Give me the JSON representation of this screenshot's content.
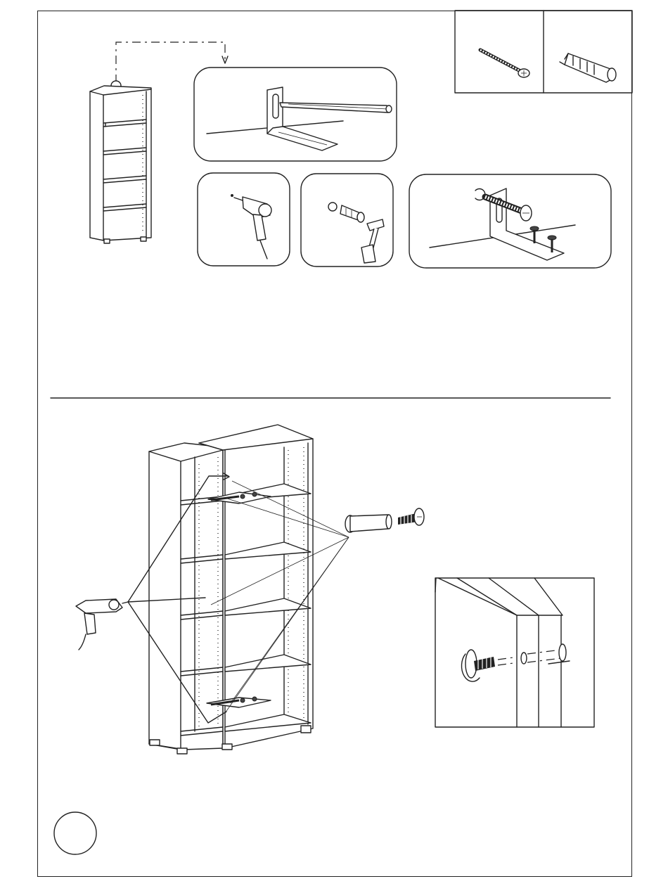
{
  "page": {
    "kind": "assembly-instruction-sheet",
    "step_number": ""
  },
  "top_step": {
    "panels": [
      "wall-bracket-mark-panel",
      "drill-panel",
      "hammer-anchor-panel",
      "screw-bracket-panel"
    ],
    "hardware": [
      "long-screw-icon",
      "wall-plug-icon"
    ]
  },
  "bottom_step": {
    "panels": [
      "joined-bookcases-panel",
      "connector-bolt-panel",
      "detail-inset-panel"
    ]
  },
  "icons": [
    "drill-icon",
    "hammer-icon",
    "pencil-icon",
    "screw-icon",
    "wall-plug-icon",
    "connector-bolt-icon"
  ]
}
